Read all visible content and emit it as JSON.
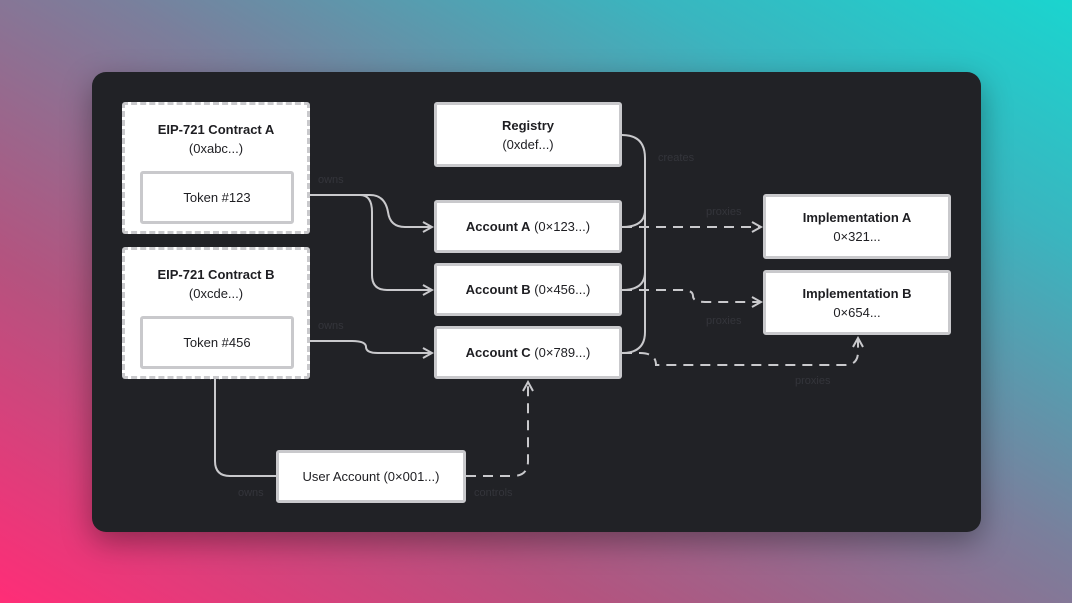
{
  "diagram": {
    "contract_a": {
      "title": "EIP-721 Contract A",
      "address": "(0xabc...)",
      "token": "Token #123"
    },
    "contract_b": {
      "title": "EIP-721 Contract B",
      "address": "(0xcde...)",
      "token": "Token #456"
    },
    "registry": {
      "title": "Registry",
      "address": "(0xdef...)"
    },
    "account_a": {
      "name": "Account A",
      "address": "(0×123...)"
    },
    "account_b": {
      "name": "Account B",
      "address": "(0×456...)"
    },
    "account_c": {
      "name": "Account C",
      "address": "(0×789...)"
    },
    "impl_a": {
      "name": "Implementation A",
      "address": "0×321..."
    },
    "impl_b": {
      "name": "Implementation B",
      "address": "0×654..."
    },
    "user_account": {
      "label": "User Account (0×001...)"
    },
    "edge_labels": {
      "owns_tokens": "owns",
      "owns_token_b": "owns",
      "creates": "creates",
      "proxies_a": "proxies",
      "proxies_b": "proxies",
      "proxies_c": "proxies",
      "owns_user": "owns",
      "controls": "controls"
    }
  }
}
